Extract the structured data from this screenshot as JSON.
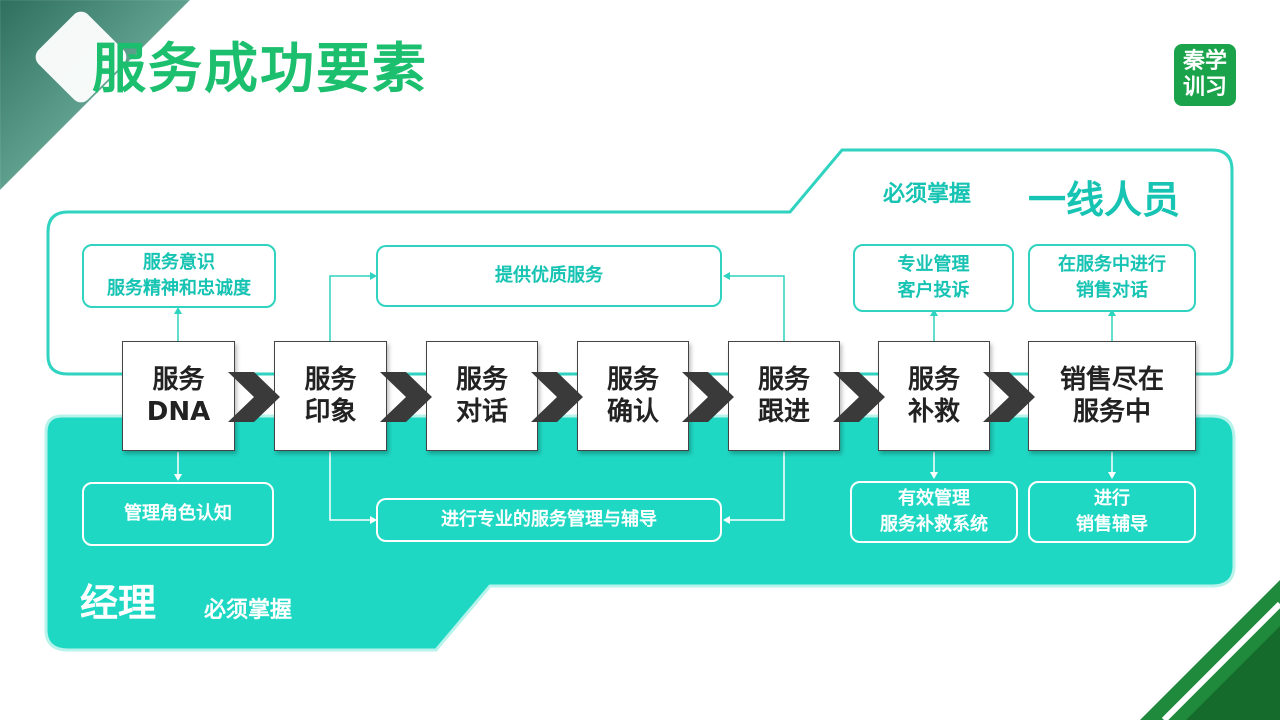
{
  "title": "服务成功要素",
  "logo": {
    "line1": "秦学",
    "line2": "训习"
  },
  "frontline": {
    "must_label": "必须掌握",
    "role_label": "一线人员"
  },
  "manager": {
    "role_label": "经理",
    "must_label": "必须掌握"
  },
  "steps": [
    {
      "line1": "服务",
      "line2": "DNA"
    },
    {
      "line1": "服务",
      "line2": "印象"
    },
    {
      "line1": "服务",
      "line2": "对话"
    },
    {
      "line1": "服务",
      "line2": "确认"
    },
    {
      "line1": "服务",
      "line2": "跟进"
    },
    {
      "line1": "服务",
      "line2": "补救"
    },
    {
      "line1": "销售尽在",
      "line2": "服务中"
    }
  ],
  "top_boxes": {
    "awareness": {
      "line1": "服务意识",
      "line2": "服务精神和忠诚度"
    },
    "quality": {
      "line1": "提供优质服务"
    },
    "complaints": {
      "line1": "专业管理",
      "line2": "客户投诉"
    },
    "sales_dialog": {
      "line1": "在服务中进行",
      "line2": "销售对话"
    }
  },
  "bottom_boxes": {
    "role_recognition": {
      "line1": "管理角色认知"
    },
    "coaching": {
      "line1": "进行专业的服务管理与辅导"
    },
    "remedy_system": {
      "line1": "有效管理",
      "line2": "服务补救系统"
    },
    "sales_coaching": {
      "line1": "进行",
      "line2": "销售辅导"
    }
  },
  "colors": {
    "title": "#1bbf6e",
    "accent": "#17c3b2",
    "fill": "#1fd8c4",
    "logo": "#1aa34a"
  }
}
